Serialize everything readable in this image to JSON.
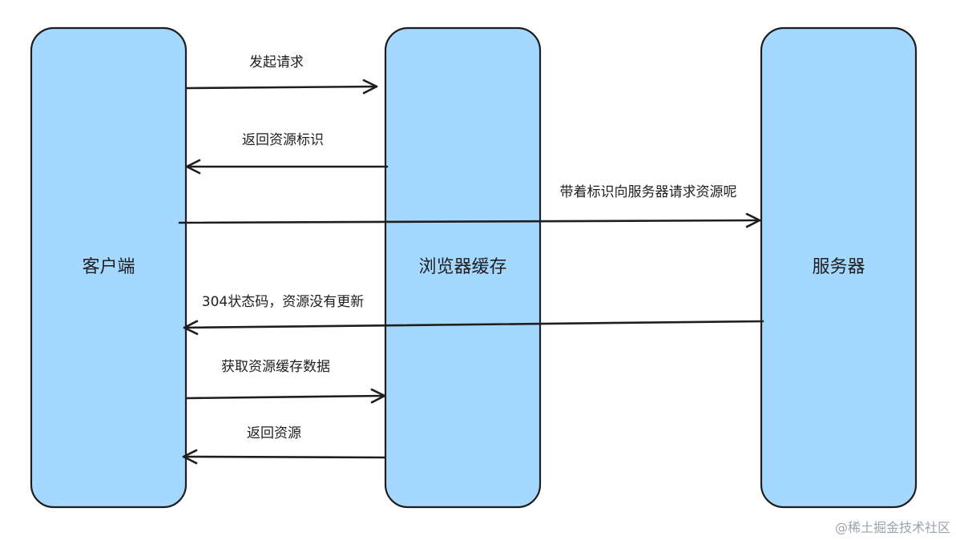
{
  "actors": {
    "client": "客户端",
    "cache": "浏览器缓存",
    "server": "服务器"
  },
  "messages": [
    {
      "label": "发起请求",
      "from": "client",
      "to": "cache"
    },
    {
      "label": "返回资源标识",
      "from": "cache",
      "to": "client"
    },
    {
      "label": "带着标识向服务器请求资源呢",
      "from": "client",
      "to": "server"
    },
    {
      "label": "304状态码，资源没有更新",
      "from": "server",
      "to": "client"
    },
    {
      "label": "获取资源缓存数据",
      "from": "client",
      "to": "cache"
    },
    {
      "label": "返回资源",
      "from": "cache",
      "to": "client"
    }
  ],
  "watermark": "@稀土掘金技术社区",
  "colors": {
    "box_fill": "#a5d8ff",
    "stroke": "#1e1e1e",
    "watermark": "#9ca3af"
  }
}
